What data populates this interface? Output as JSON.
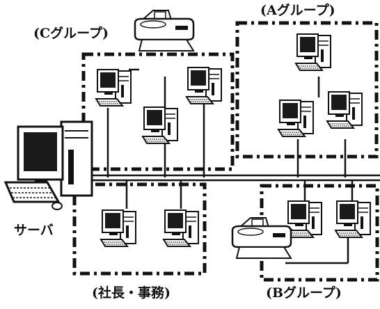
{
  "groups": {
    "a": {
      "label": "(Aグループ)"
    },
    "b": {
      "label": "(Bグループ)"
    },
    "c": {
      "label": "(Cグループ)"
    },
    "exec": {
      "label": "(社長・事務)"
    }
  },
  "server": {
    "label": "サーバ"
  },
  "colors": {
    "ink": "#111111",
    "screen": "#1a1a1a",
    "paper": "#ffffff"
  },
  "icons": [
    "server-computer-icon",
    "desktop-computer-icon",
    "printer-icon"
  ]
}
